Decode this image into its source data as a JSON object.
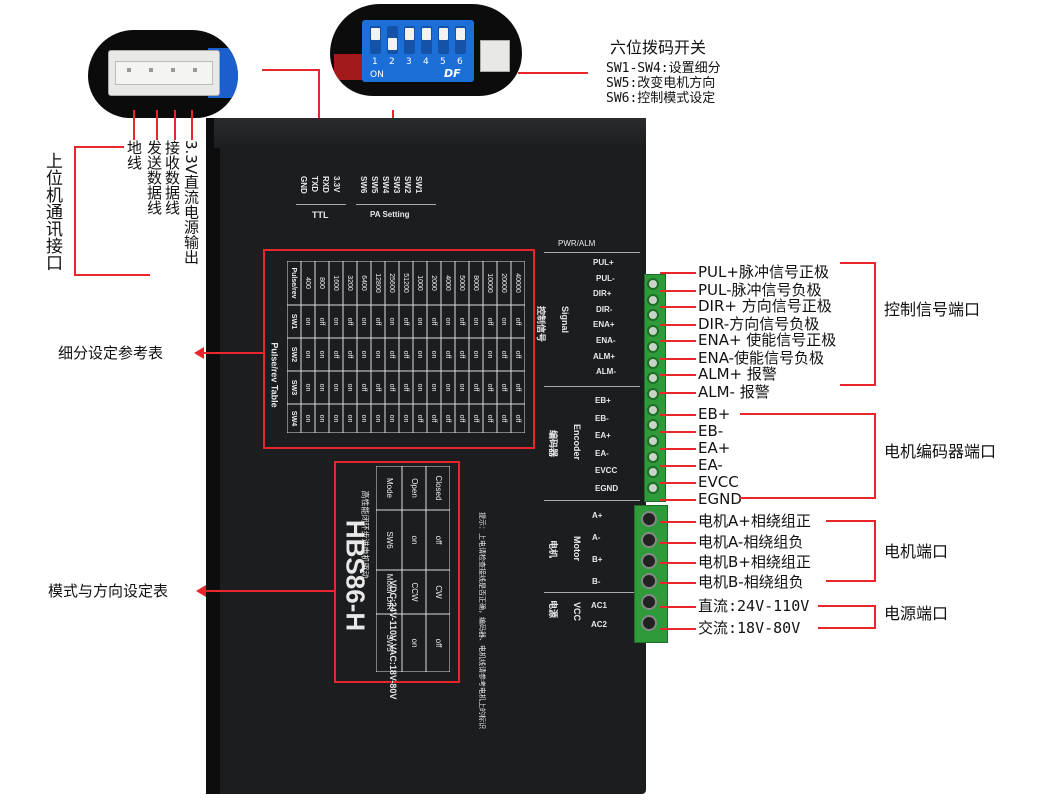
{
  "zoom_left": {
    "pin_labels": [
      "地线",
      "发送数据线",
      "接收数据线",
      "3.3V直流电源输出"
    ],
    "group_label": "上位机通讯接口"
  },
  "zoom_right": {
    "switch_numbers": [
      "1",
      "2",
      "3",
      "4",
      "5",
      "6"
    ],
    "on_label": "ON",
    "brand": "DF",
    "title": "六位拨码开关",
    "lines": [
      "SW1-SW4:设置细分",
      "SW5:改变电机方向",
      "SW6:控制模式设定"
    ]
  },
  "device": {
    "ttl_pins": [
      "GND",
      "TXD",
      "RXD",
      "3.3V"
    ],
    "ttl_label": "TTL",
    "pa_pins": [
      "SW6",
      "SW5",
      "SW4",
      "SW3",
      "SW2",
      "SW1"
    ],
    "pa_label": "PA Setting",
    "pwr_alm": "PWR/ALM",
    "model": "HBS86-H",
    "model_sub": "高性能闭环步进电机驱动",
    "voltage": "VDC:24V-110V  VAC:18V-80V",
    "hint": "提示：上电请检查接线是否正确，编码器、电机线请参考电机上的标识",
    "signal_cn": "控制信号",
    "signal_en": "Signal",
    "encoder_cn": "编码器",
    "encoder_en": "Encoder",
    "motor_cn": "电机",
    "motor_en": "Motor",
    "vcc_cn": "电源",
    "vcc_en": "VCC",
    "signal_pins": [
      "PUL+",
      "PUL-",
      "DIR+",
      "DIR-",
      "ENA+",
      "ENA-",
      "ALM+",
      "ALM-"
    ],
    "encoder_pins": [
      "EB+",
      "EB-",
      "EA+",
      "EA-",
      "EVCC",
      "EGND"
    ],
    "motor_pins": [
      "A+",
      "A-",
      "B+",
      "B-"
    ],
    "power_pins": [
      "AC1",
      "AC2"
    ]
  },
  "pulse_table": {
    "title": "Pulse/rev Table",
    "headers": [
      "Pulse/rev",
      "SW1",
      "SW2",
      "SW3",
      "SW4"
    ],
    "rows": [
      [
        "400",
        "on",
        "on",
        "on",
        "on"
      ],
      [
        "800",
        "off",
        "on",
        "on",
        "on"
      ],
      [
        "1600",
        "on",
        "off",
        "on",
        "on"
      ],
      [
        "3200",
        "off",
        "off",
        "on",
        "on"
      ],
      [
        "6400",
        "on",
        "on",
        "off",
        "on"
      ],
      [
        "12800",
        "off",
        "on",
        "off",
        "on"
      ],
      [
        "25600",
        "on",
        "off",
        "off",
        "on"
      ],
      [
        "51200",
        "off",
        "off",
        "off",
        "on"
      ],
      [
        "1000",
        "on",
        "on",
        "on",
        "off"
      ],
      [
        "2000",
        "off",
        "on",
        "on",
        "off"
      ],
      [
        "4000",
        "on",
        "off",
        "on",
        "off"
      ],
      [
        "5000",
        "off",
        "off",
        "on",
        "off"
      ],
      [
        "8000",
        "on",
        "on",
        "off",
        "off"
      ],
      [
        "10000",
        "off",
        "on",
        "off",
        "off"
      ],
      [
        "20000",
        "on",
        "off",
        "off",
        "off"
      ],
      [
        "40000",
        "off",
        "off",
        "off",
        "off"
      ]
    ]
  },
  "mode_table": {
    "headers": [
      "SW5",
      "Motor DIR",
      "SW6",
      "Mode"
    ],
    "rows": [
      [
        "on",
        "CCW",
        "on",
        "Open"
      ],
      [
        "off",
        "CW",
        "off",
        "Closed"
      ]
    ]
  },
  "callouts": {
    "pulse_table": "细分设定参考表",
    "mode_table": "模式与方向设定表"
  },
  "signal_labels": [
    "PUL+脉冲信号正极",
    "PUL-脉冲信号负极",
    "DIR+ 方向信号正极",
    "DIR-方向信号负极",
    "ENA+ 使能信号正极",
    "ENA-使能信号负极",
    "ALM+ 报警",
    "ALM- 报警"
  ],
  "signal_group": "控制信号端口",
  "encoder_labels": [
    "EB+",
    "EB-",
    "EA+",
    "EA-",
    "EVCC",
    "EGND"
  ],
  "encoder_group": "电机编码器端口",
  "motor_labels": [
    "电机A+相绕组正",
    "电机A-相绕组负",
    "电机B+相绕组正",
    "电机B-相绕组负"
  ],
  "motor_group": "电机端口",
  "power_labels": [
    "直流:24V-110V",
    "交流:18V-80V"
  ],
  "power_group": "电源端口",
  "colors": {
    "accent_red": "#e8262c",
    "device_black": "#1c1d1f",
    "terminal_green": "#2e9a3a",
    "switch_blue": "#1c6fd6"
  }
}
